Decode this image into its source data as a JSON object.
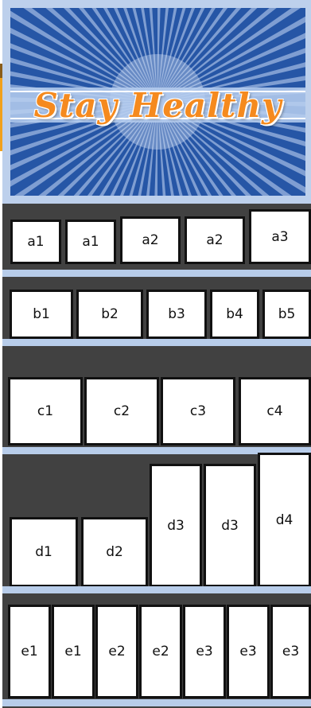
{
  "banner": {
    "title": "Stay Healthy"
  },
  "rows": [
    {
      "id": "a",
      "labels": [
        "a1",
        "a1",
        "a2",
        "a2",
        "a3"
      ]
    },
    {
      "id": "b",
      "labels": [
        "b1",
        "b2",
        "b3",
        "b4",
        "b5"
      ]
    },
    {
      "id": "c",
      "labels": [
        "c1",
        "c2",
        "c3",
        "c4"
      ]
    },
    {
      "id": "d",
      "labels": [
        "d1",
        "d2",
        "d3",
        "d3",
        "d4"
      ]
    },
    {
      "id": "e",
      "labels": [
        "e1",
        "e1",
        "e2",
        "e2",
        "e3",
        "e3",
        "e3"
      ]
    }
  ],
  "colors": {
    "banner_blue": "#2a58a8",
    "title_orange": "#f58a1e",
    "shelf_dark": "#414141",
    "rail_blue": "#b8cdea"
  }
}
